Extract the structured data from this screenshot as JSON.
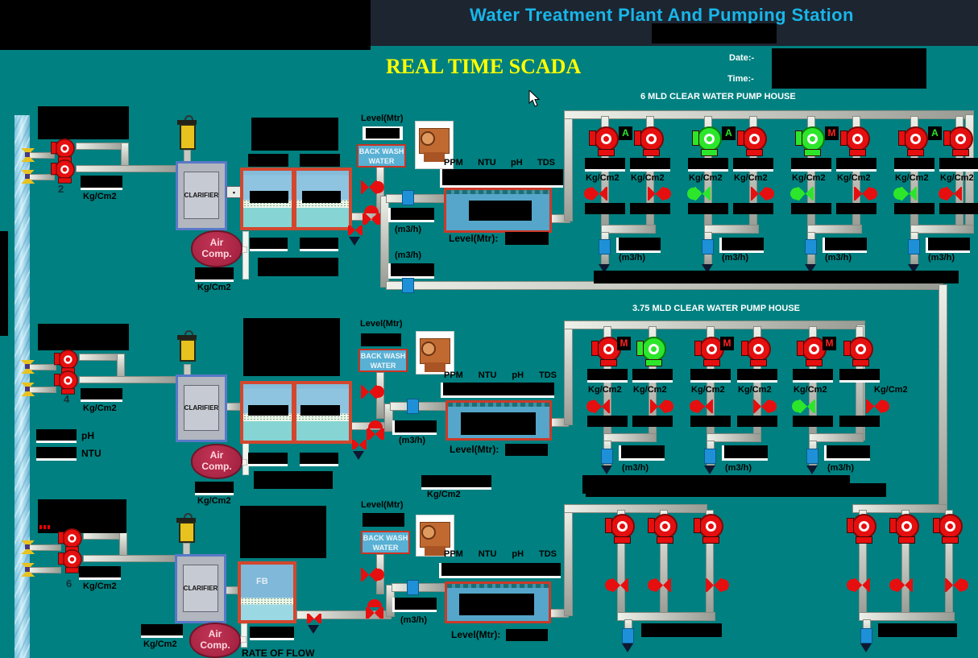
{
  "header": {
    "title": "Water Treatment Plant And Pumping Station",
    "scada_title": "REAL TIME SCADA",
    "date_label": "Date:-",
    "time_label": "Time:-"
  },
  "labels": {
    "kg_cm2": "Kg/Cm2",
    "m3_h": "(m3/h)",
    "level_mtr": "Level(Mtr)",
    "level_mtr_colon": "Level(Mtr):",
    "back_wash_line1": "BACK WASH",
    "back_wash_line2": "WATER",
    "clarifier": "CLARIFIER",
    "air_line1": "Air",
    "air_line2": "Comp.",
    "ppm": "PPM",
    "ntu": "NTU",
    "ph": "pH",
    "tds": "TDS",
    "fb": "FB",
    "rate_of_flow": "RATE OF FLOW"
  },
  "rows": {
    "row1": {
      "title": "6 MLD CLEAR WATER PUMP HOUSE",
      "intake_number": "2",
      "intake_pumps": [
        "red",
        "red"
      ],
      "pumps": [
        "red",
        "red",
        "green",
        "red",
        "green",
        "red",
        "red",
        "red"
      ],
      "badges": [
        "A",
        "A",
        "M",
        "A"
      ],
      "valves": [
        "red",
        "red",
        "green",
        "red",
        "green",
        "red",
        "green",
        "red"
      ]
    },
    "row2": {
      "title": "3.75 MLD CLEAR WATER PUMP HOUSE",
      "intake_number": "4",
      "intake_pumps": [
        "red",
        "red"
      ],
      "ph_label": "pH",
      "ntu_label": "NTU",
      "pumps": [
        "red",
        "green",
        "red",
        "red",
        "red",
        "red"
      ],
      "badges": [
        "M",
        "M",
        "M"
      ],
      "valves": [
        "red",
        "red",
        "red",
        "red",
        "green",
        "red"
      ]
    },
    "row3": {
      "intake_number": "6",
      "intake_pumps": [
        "red",
        "red"
      ],
      "pumps_left": [
        "red",
        "red",
        "red"
      ],
      "pumps_right": [
        "red",
        "red",
        "red"
      ],
      "valves_left": [
        "red",
        "red",
        "red"
      ],
      "valves_right": [
        "red",
        "red",
        "red"
      ]
    }
  },
  "colors": {
    "background": "#008080",
    "topbar": "#1d2531",
    "title_text": "#18b6e9",
    "scada_text": "#ffff00",
    "pump_red": "#e60f0f",
    "pump_green": "#2ce62c",
    "badge_a": "#2ce62c",
    "badge_m": "#ff2222",
    "tank_border": "#cc3a28",
    "water": "#55a6ca",
    "backwash_bg": "#58b0d4",
    "air_comp": "#9e1e3e",
    "pipe": "#c6c9c1",
    "flowmeter": "#1e90d8"
  }
}
